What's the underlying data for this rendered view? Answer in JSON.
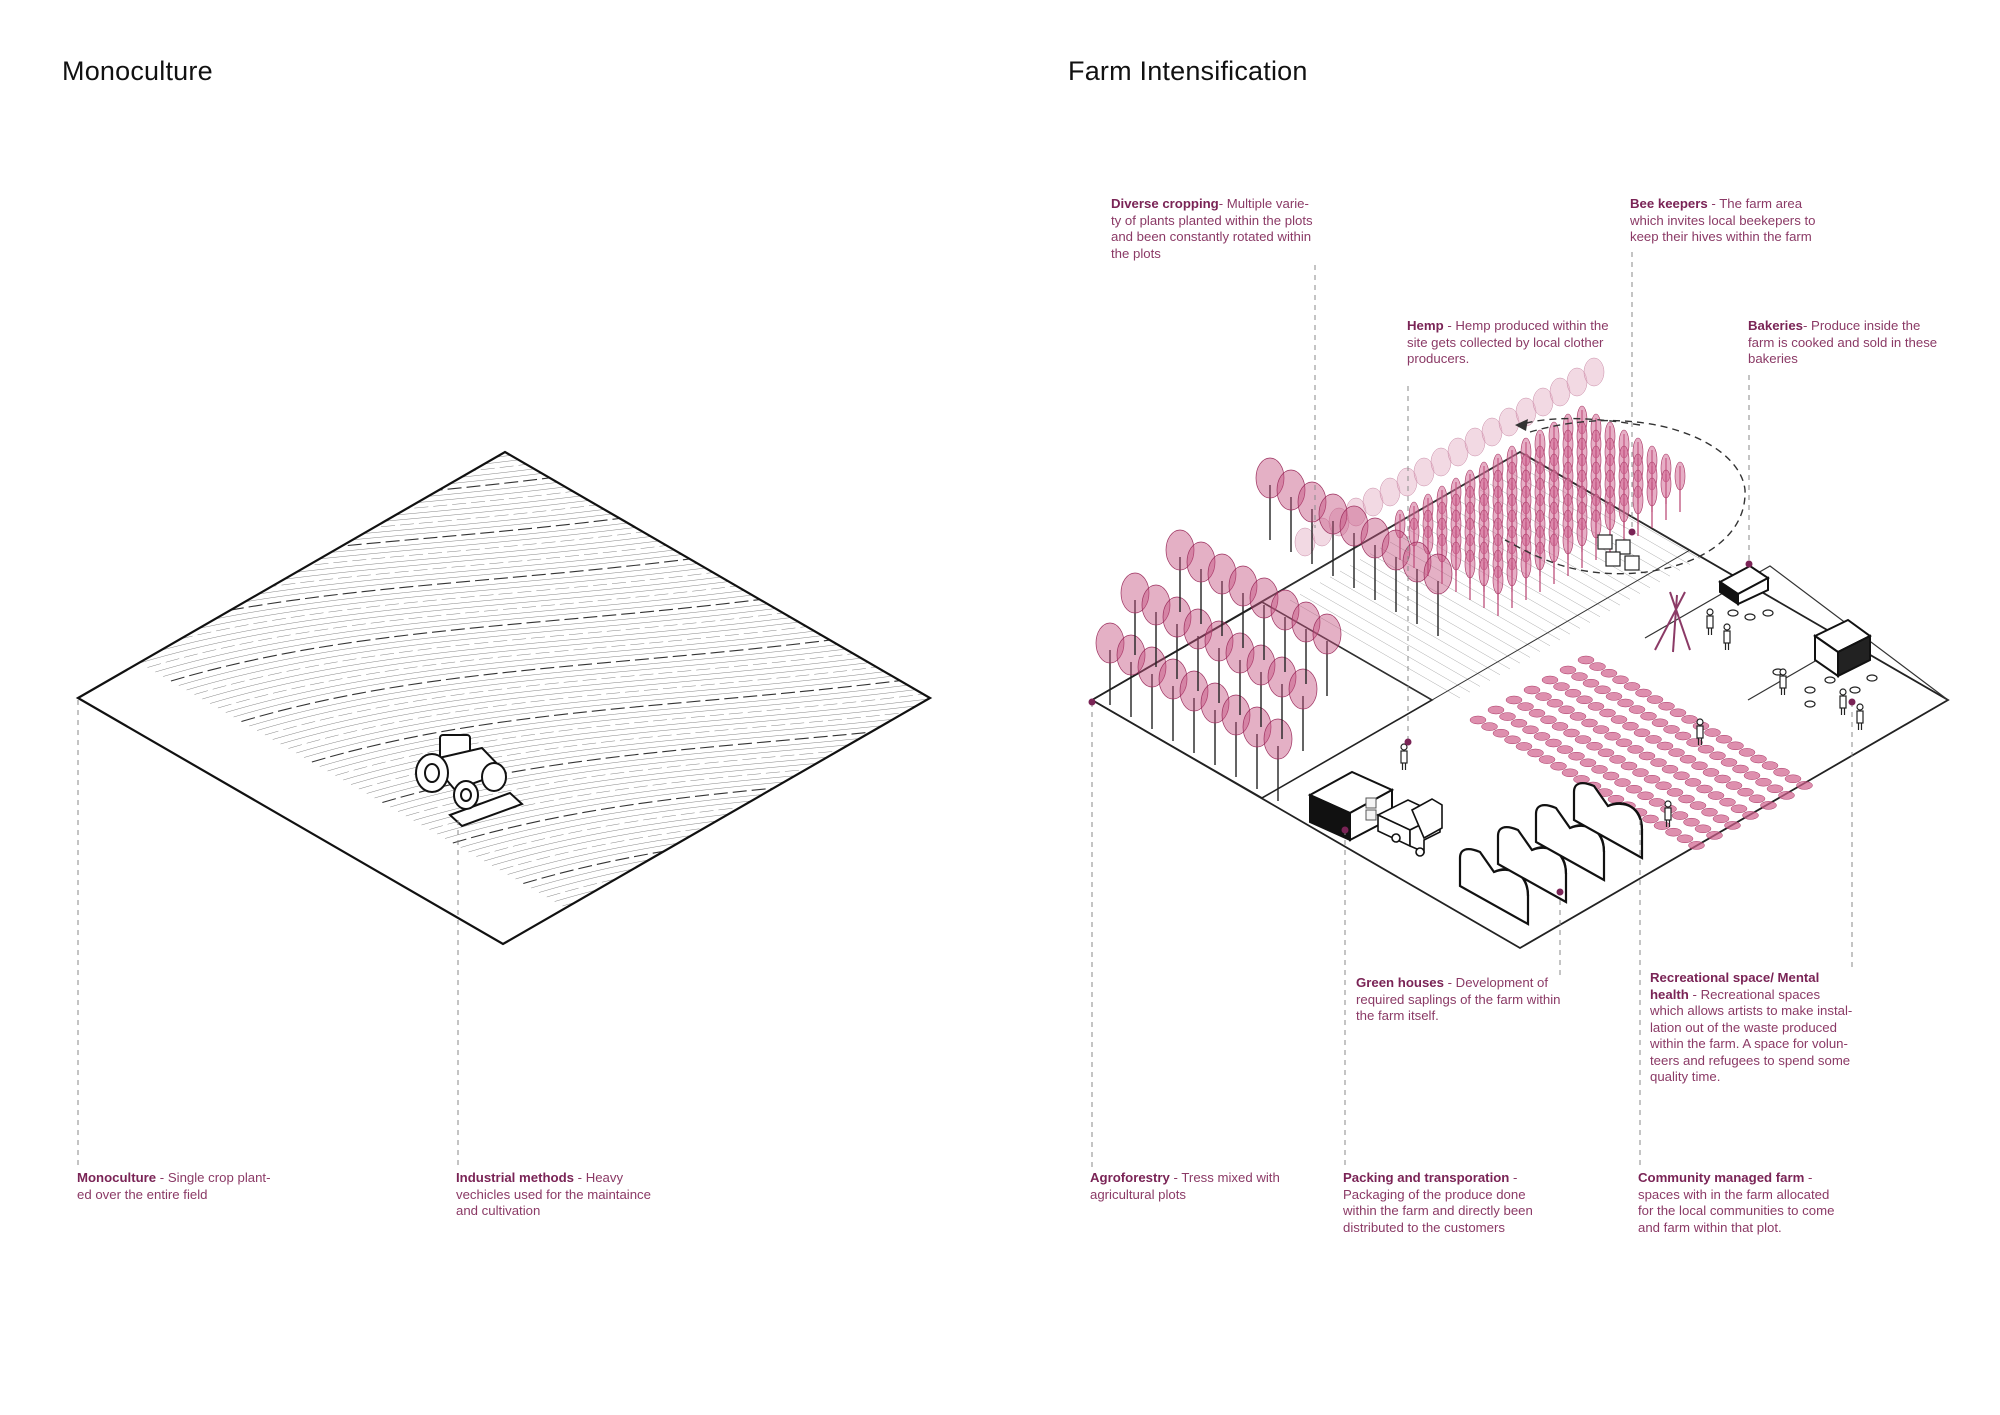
{
  "titles": {
    "left": "Monoculture",
    "right": "Farm Intensification"
  },
  "colors": {
    "accent": "#8b3a66",
    "crop": "#c4507f",
    "line": "#222222",
    "leader": "#8a8a8a"
  },
  "icons": [
    "tractor-icon",
    "truck-icon",
    "greenhouse-icon",
    "beehive-icon",
    "bakery-icon",
    "person-icon",
    "tree-icon"
  ],
  "annotations": {
    "monoculture": {
      "title": "Monoculture",
      "text": "- Single crop plant-\ned over the entire field"
    },
    "industrial": {
      "title": "Industrial methods",
      "text": "- Heavy\nvechicles used for the maintaince\nand cultivation"
    },
    "diverse": {
      "title": "Diverse cropping",
      "text": "- Multiple varie-\nty of plants planted within the plots\nand been constantly rotated within\nthe plots"
    },
    "bees": {
      "title": "Bee keepers",
      "text": "- The farm area\nwhich invites local beekepers to\nkeep their hives within the farm"
    },
    "hemp": {
      "title": "Hemp",
      "text": "- Hemp produced within the\nsite gets collected by local clother\nproducers."
    },
    "bakeries": {
      "title": "Bakeries",
      "text": "- Produce inside the\nfarm is cooked and sold in these\nbakeries"
    },
    "greenhouses": {
      "title": "Green houses",
      "text": "- Development of\nrequired saplings of the farm within\nthe farm itself."
    },
    "recreational": {
      "title": "Recreational space/ Mental\nhealth",
      "text": "- Recreational spaces\nwhich allows artists to make instal-\nlation out of the waste produced\nwithin the farm. A space for volun-\nteers and refugees to spend some\nquality time."
    },
    "agroforestry": {
      "title": "Agroforestry",
      "text": "- Tress mixed with\nagricultural plots"
    },
    "packing": {
      "title": "Packing and transporation",
      "text": "-\nPackaging of the produce done\nwithin the farm and directly been\ndistributed to the customers"
    },
    "community": {
      "title": "Community managed farm",
      "text": "-\nspaces with in the farm allocated\nfor the local communities to come\nand farm within that plot."
    }
  }
}
